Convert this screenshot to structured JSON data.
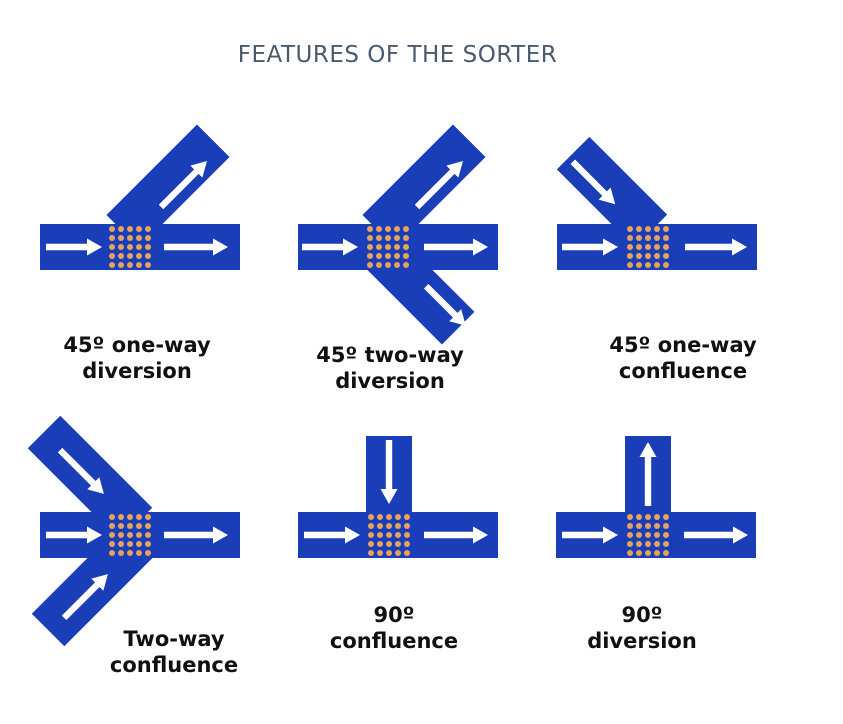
{
  "title": "FEATURES OF THE SORTER",
  "colors": {
    "belt": "#1a3db8",
    "arrow": "#ffffff",
    "roller": "#e8a25a",
    "title": "#4a5a6e",
    "caption": "#111111"
  },
  "items": [
    {
      "id": "45-one-way-diversion",
      "caption_line1": "45º one-way",
      "caption_line2": "diversion"
    },
    {
      "id": "45-two-way-diversion",
      "caption_line1": "45º two-way",
      "caption_line2": "diversion"
    },
    {
      "id": "45-one-way-confluence",
      "caption_line1": "45º one-way",
      "caption_line2": "confluence"
    },
    {
      "id": "two-way-confluence",
      "caption_line1": "Two-way",
      "caption_line2": "confluence"
    },
    {
      "id": "90-confluence",
      "caption_line1": "90º",
      "caption_line2": "confluence"
    },
    {
      "id": "90-diversion",
      "caption_line1": "90º",
      "caption_line2": "diversion"
    }
  ]
}
